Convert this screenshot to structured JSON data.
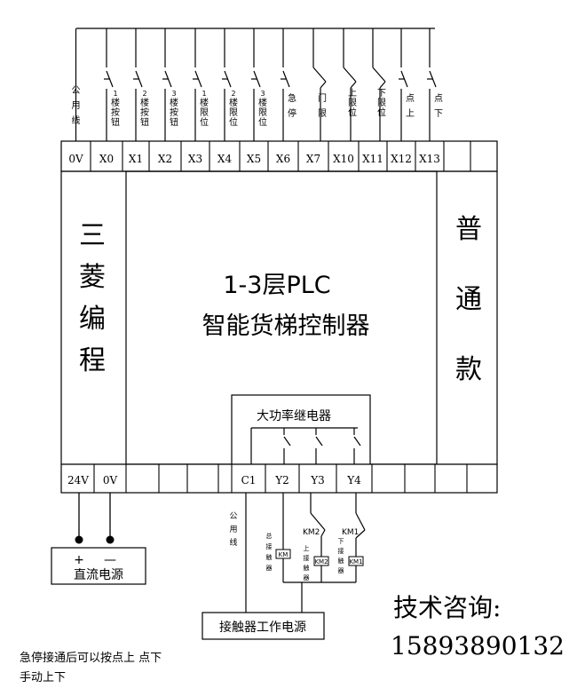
{
  "inputs": {
    "terminals": [
      "0V",
      "X0",
      "X1",
      "X2",
      "X3",
      "X4",
      "X5",
      "X6",
      "X7",
      "X10",
      "X11",
      "X12",
      "X13"
    ],
    "labels": [
      "公用线",
      "1楼按钮",
      "2楼按钮",
      "3楼按钮",
      "1楼限位",
      "2楼限位",
      "3楼限位",
      "急停",
      "门限",
      "上限位",
      "下限位",
      "点上",
      "点下"
    ]
  },
  "side_left": "三菱编程",
  "side_right": "普通款",
  "title_line1": "1-3层PLC",
  "title_line2": "智能货梯控制器",
  "relay_title": "大功率继电器",
  "outputs": {
    "power_terminals": [
      "24V",
      "0V"
    ],
    "relay_terminals": [
      "C1",
      "Y2",
      "Y3",
      "Y4"
    ]
  },
  "dc_power": {
    "plus": "+",
    "minus": "—",
    "label": "直流电源"
  },
  "common_line": "公用线",
  "contactors": {
    "main": "总接触器",
    "up": "上接触器",
    "down": "下接触器",
    "km2": "KM2",
    "km1": "KM1",
    "coil_labels": [
      "KM",
      "KM2",
      "KM1"
    ]
  },
  "contactor_power": "接触器工作电源",
  "contact_label": "技术咨询:",
  "contact_phone": "15893890132",
  "note_line1": "急停接通后可以按点上 点下",
  "note_line2": "手动上下"
}
